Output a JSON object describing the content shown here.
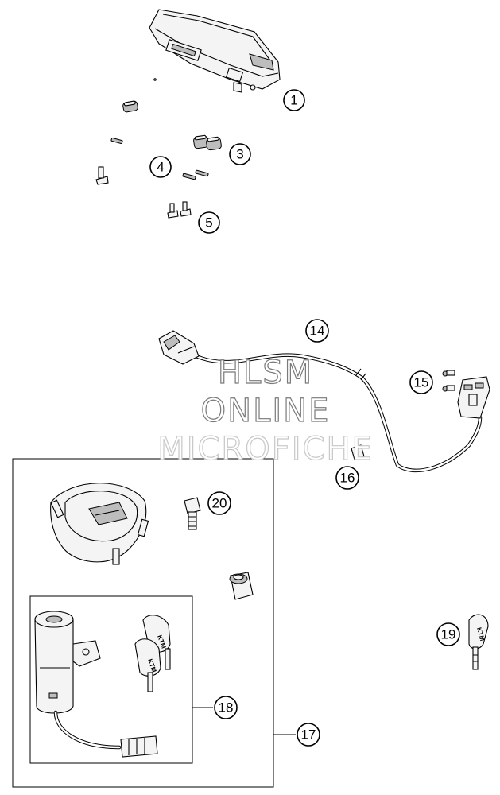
{
  "watermark": {
    "lines": [
      "HLSM",
      "ONLINE",
      "MICROFICHE"
    ]
  },
  "callouts": [
    {
      "id": "c1",
      "label": "1"
    },
    {
      "id": "c3",
      "label": "3"
    },
    {
      "id": "c4",
      "label": "4"
    },
    {
      "id": "c5",
      "label": "5"
    },
    {
      "id": "c14",
      "label": "14"
    },
    {
      "id": "c15",
      "label": "15"
    },
    {
      "id": "c16",
      "label": "16"
    },
    {
      "id": "c17",
      "label": "17"
    },
    {
      "id": "c18",
      "label": "18"
    },
    {
      "id": "c19",
      "label": "19"
    },
    {
      "id": "c20",
      "label": "20"
    }
  ],
  "brand_marks": [
    "KTM",
    "KTM",
    "KTM"
  ]
}
